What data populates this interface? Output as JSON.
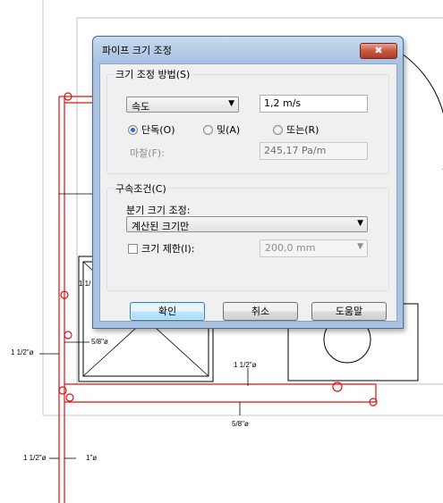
{
  "drawing": {
    "dimensions": [
      "1 1/2\"ø",
      "5/8\"ø",
      "1 1/2\"ø",
      "5/8\"ø",
      "1 1/2\"ø",
      "1\"ø",
      "1 1/"
    ],
    "colors": {
      "pipe": "#e01010",
      "wall": "#000000",
      "grid": "#c8c8c8"
    }
  },
  "dialog": {
    "title": "파이프 크기 조정",
    "close_label": "✖",
    "sizing_group": {
      "label": "크기 조정 방법(S)",
      "method_value": "속도",
      "value_field": "1,2 m/s",
      "radios": [
        {
          "label": "단독(O)",
          "checked": true
        },
        {
          "label": "및(A)",
          "checked": false
        },
        {
          "label": "또는(R)",
          "checked": false
        }
      ],
      "friction_label": "마찰(F):",
      "friction_value": "245,17 Pa/m"
    },
    "constraints_group": {
      "label": "구속조건(C)",
      "branch_label": "분기 크기 조정:",
      "branch_value": "계산된 크기만",
      "limit_label": "크기 제한(I):",
      "limit_checked": false,
      "limit_value": "200,0 mm"
    },
    "buttons": {
      "ok": "확인",
      "cancel": "취소",
      "help": "도움말"
    }
  }
}
